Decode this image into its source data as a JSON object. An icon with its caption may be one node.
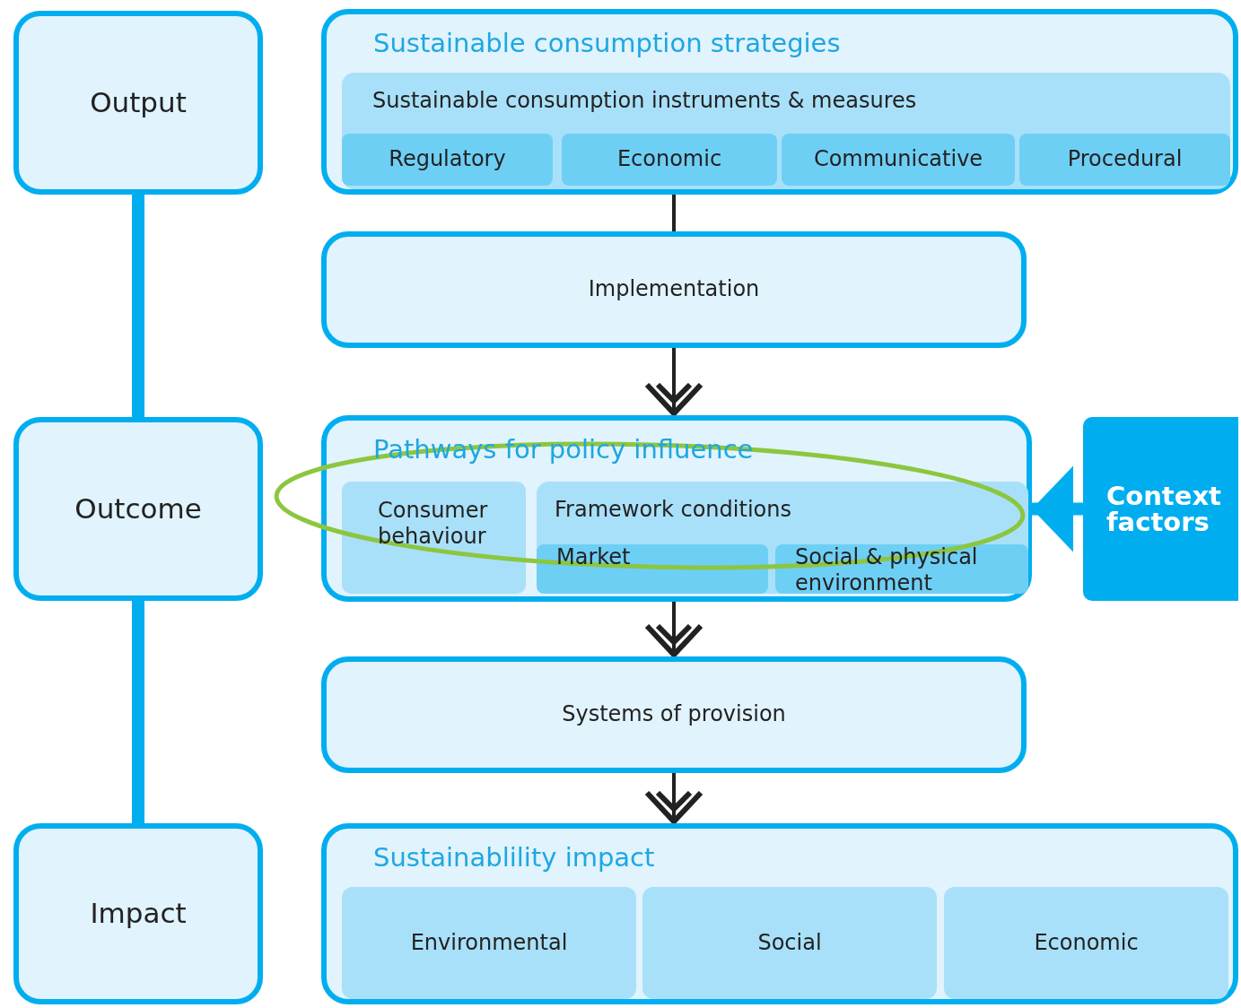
{
  "diagram": {
    "nodes": [
      {
        "text": [
          "Output"
        ]
      },
      {
        "text": [
          "Outcome"
        ]
      },
      {
        "text": [
          "Impact"
        ]
      },
      {
        "text": [
          "Sustainable consumption strategies"
        ]
      },
      {
        "text": [
          "Sustainable consumption instruments & measures"
        ],
        "in": 3
      },
      {
        "text": [
          "Regulatory"
        ],
        "in": 4
      },
      {
        "text": [
          "Economic"
        ],
        "in": 4
      },
      {
        "text": [
          "Communicative"
        ],
        "in": 4
      },
      {
        "text": [
          "Procedural"
        ],
        "in": 4
      },
      {
        "text": [
          "Implementation"
        ]
      },
      {
        "text": [
          "Pathways for policy influence"
        ]
      },
      {
        "text": [
          "Consumer behaviour"
        ],
        "in": 10
      },
      {
        "text": [
          "Framework conditions"
        ],
        "in": 10
      },
      {
        "text": [
          "Market"
        ],
        "in": 12
      },
      {
        "text": [
          "Social & physical environment"
        ],
        "in": 12
      },
      {
        "text": [
          "Context factors"
        ]
      },
      {
        "text": [
          "Systems of provision"
        ]
      },
      {
        "text": [
          "Sustainablility impact"
        ]
      },
      {
        "text": [
          "Environmental"
        ],
        "in": 17
      },
      {
        "text": [
          "Social"
        ],
        "in": 17
      },
      {
        "text": [
          "Economic"
        ],
        "in": 17
      }
    ],
    "edges": [
      {
        "from": 0,
        "to": 1,
        "arrow": "none",
        "style": "thick",
        "color": "#00aeef"
      },
      {
        "from": 1,
        "to": 2,
        "arrow": "none",
        "style": "thick",
        "color": "#00aeef"
      },
      {
        "from": 3,
        "to": 9,
        "arrow": "none"
      },
      {
        "from": 9,
        "to": 10,
        "arrow": "to"
      },
      {
        "from": 10,
        "to": 16,
        "arrow": "to"
      },
      {
        "from": 16,
        "to": 17,
        "arrow": "to"
      },
      {
        "from": 15,
        "to": 10,
        "arrow": "to",
        "style": "thick",
        "color": "#00aeef"
      }
    ]
  }
}
